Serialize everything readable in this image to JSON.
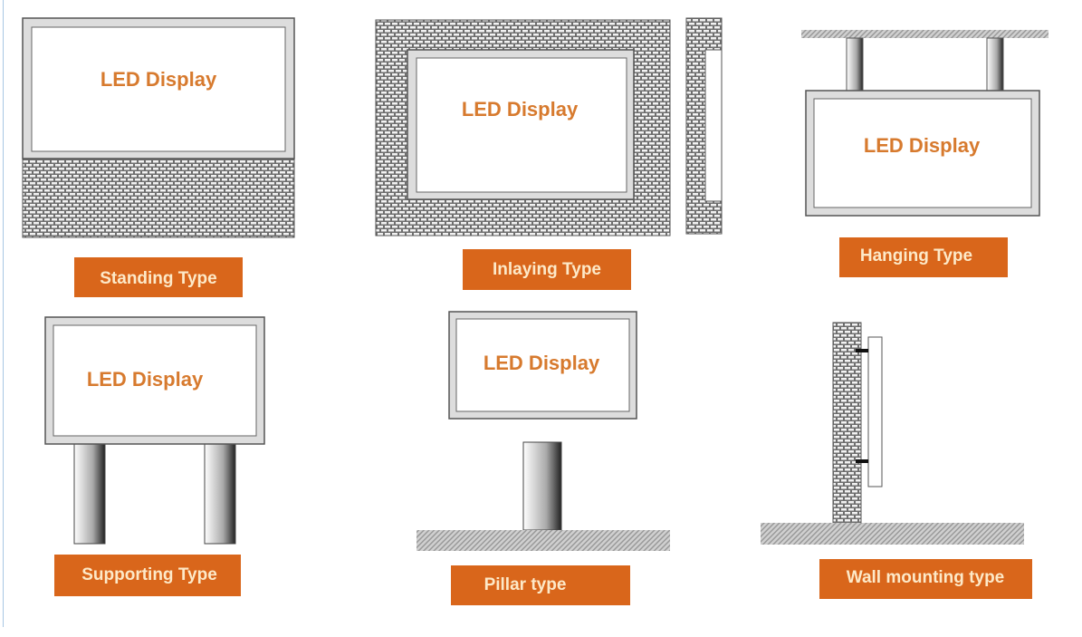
{
  "colors": {
    "label_bg": "#d9661b",
    "label_text": "#fde9c8",
    "display_text": "#d77a2e"
  },
  "display_text": "LED Display",
  "types": [
    {
      "id": "standing",
      "label": "Standing Type"
    },
    {
      "id": "inlaying",
      "label": "Inlaying Type"
    },
    {
      "id": "hanging",
      "label": "Hanging Type"
    },
    {
      "id": "supporting",
      "label": "Supporting Type"
    },
    {
      "id": "pillar",
      "label": "Pillar type"
    },
    {
      "id": "wall",
      "label": "Wall mounting type"
    }
  ]
}
